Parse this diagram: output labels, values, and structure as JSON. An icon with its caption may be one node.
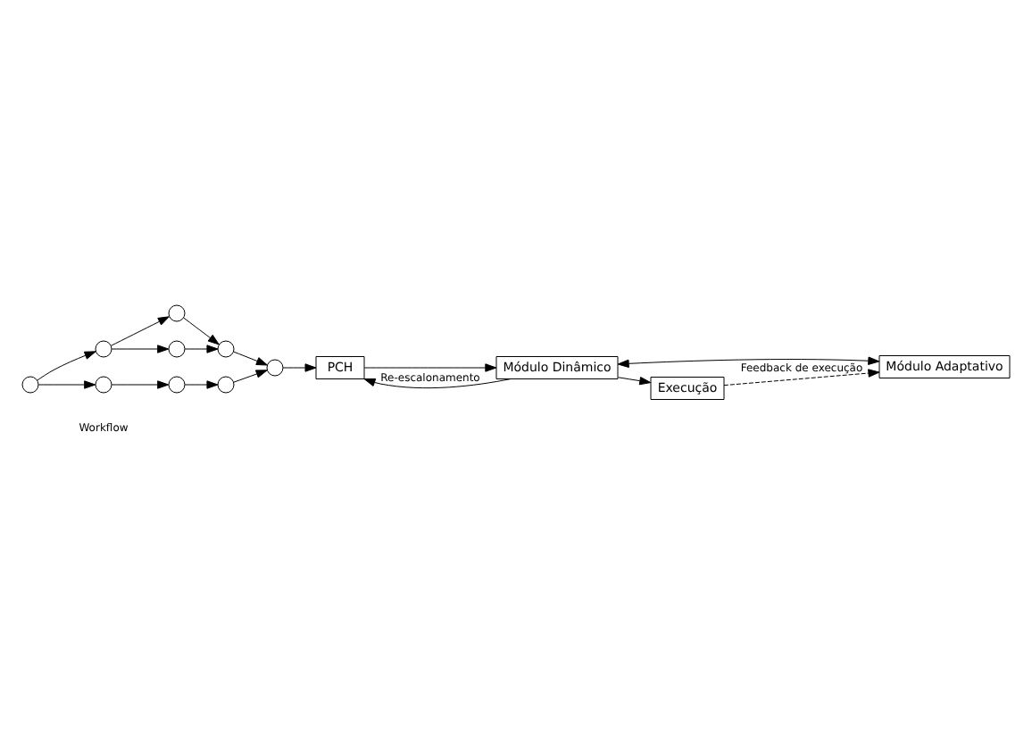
{
  "diagram": {
    "nodes": [
      {
        "text": [],
        "shape": "circle"
      },
      {
        "text": [],
        "shape": "circle"
      },
      {
        "text": [],
        "shape": "circle"
      },
      {
        "text": [],
        "shape": "circle"
      },
      {
        "text": [],
        "shape": "circle"
      },
      {
        "text": [],
        "shape": "circle"
      },
      {
        "text": [],
        "shape": "circle"
      },
      {
        "text": [],
        "shape": "circle"
      },
      {
        "text": [],
        "shape": "circle"
      },
      {
        "text": [
          "PCH"
        ]
      },
      {
        "text": [
          "Módulo Adaptativo"
        ]
      },
      {
        "text": [
          "Módulo Dinâmico"
        ]
      },
      {
        "text": [
          "Execução"
        ]
      }
    ],
    "edges": [
      {
        "from": 0,
        "to": 1,
        "arrow": "to"
      },
      {
        "from": 0,
        "to": 6,
        "arrow": "to"
      },
      {
        "from": 1,
        "to": 2,
        "arrow": "to"
      },
      {
        "from": 1,
        "to": 3,
        "arrow": "to"
      },
      {
        "from": 2,
        "to": 4,
        "arrow": "to"
      },
      {
        "from": 3,
        "to": 4,
        "arrow": "to"
      },
      {
        "from": 4,
        "to": 5,
        "arrow": "to"
      },
      {
        "from": 6,
        "to": 7,
        "arrow": "to"
      },
      {
        "from": 7,
        "to": 8,
        "arrow": "to"
      },
      {
        "from": 8,
        "to": 5,
        "arrow": "to"
      },
      {
        "from": 5,
        "to": 9,
        "arrow": "to"
      },
      {
        "from": 9,
        "to": 11,
        "arrow": "to"
      },
      {
        "from": 11,
        "to": 9,
        "arrow": "to",
        "label": "Re-escalonamento"
      },
      {
        "from": 10,
        "to": 11,
        "arrow": "both"
      },
      {
        "from": 11,
        "to": 12,
        "arrow": "to"
      },
      {
        "from": 12,
        "to": 10,
        "arrow": "to",
        "style": "dashed",
        "label": "Feedback de execução"
      }
    ],
    "labels": [
      "Workflow"
    ]
  }
}
